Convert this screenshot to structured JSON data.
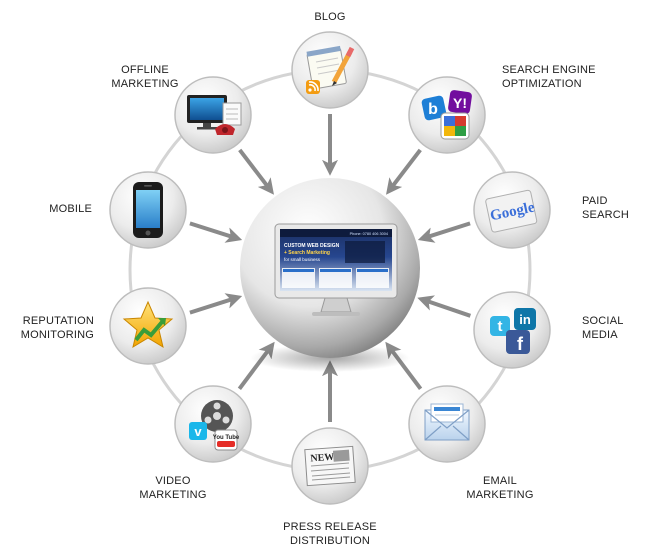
{
  "center": {
    "icon": "website-monitor-icon",
    "screen_text": [
      "Phone: 0780 406 3004",
      "CUSTOM WEB DESIGN",
      "+ Search Marketing",
      "for small business"
    ]
  },
  "nodes": [
    {
      "key": "blog",
      "icon": "notepad-rss-icon",
      "lines": [
        "BLOG"
      ]
    },
    {
      "key": "seo",
      "icon": "search-engines-icon",
      "lines": [
        "SEARCH ENGINE",
        "OPTIMIZATION"
      ]
    },
    {
      "key": "paid-search",
      "icon": "google-logo-icon",
      "lines": [
        "PAID",
        "SEARCH"
      ],
      "logo_text": "Google"
    },
    {
      "key": "social-media",
      "icon": "social-media-icon",
      "lines": [
        "SOCIAL",
        "MEDIA"
      ]
    },
    {
      "key": "email-marketing",
      "icon": "envelope-icon",
      "lines": [
        "EMAIL",
        "MARKETING"
      ]
    },
    {
      "key": "press-release",
      "icon": "newspaper-icon",
      "lines": [
        "PRESS RELEASE",
        "DISTRIBUTION"
      ],
      "logo_text": "NEWS"
    },
    {
      "key": "video-marketing",
      "icon": "film-reel-youtube-icon",
      "lines": [
        "VIDEO",
        "MARKETING"
      ],
      "logo_text": "You Tube"
    },
    {
      "key": "reputation",
      "icon": "star-icon",
      "lines": [
        "REPUTATION",
        "MONITORING"
      ]
    },
    {
      "key": "mobile",
      "icon": "smartphone-icon",
      "lines": [
        "MOBILE"
      ]
    },
    {
      "key": "offline",
      "icon": "tv-phone-icon",
      "lines": [
        "OFFLINE",
        "MARKETING"
      ]
    }
  ],
  "colors": {
    "ring": "#d4d4d4",
    "arrow": "#8a8a8a",
    "google_blue": "#3b6fd9",
    "google_red": "#d63b2f",
    "google_yellow": "#f2b70c",
    "google_green": "#2f9e44",
    "facebook": "#3b5998",
    "twitter": "#33b5e5",
    "linkedin": "#0e76a8",
    "yahoo": "#720e9e",
    "youtube": "#e52d27",
    "vimeo": "#1ab7ea",
    "rss": "#f39c12"
  }
}
